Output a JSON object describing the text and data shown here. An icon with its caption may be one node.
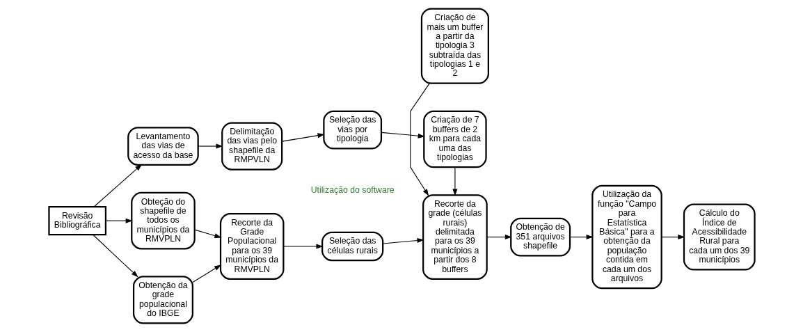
{
  "diagram": {
    "nodes": [
      {
        "text": [
          "Revisão Bibliográfica"
        ]
      },
      {
        "text": [
          "Obteção do shapefile de todos os municípios da RMVPLN"
        ]
      },
      {
        "text": [
          "Obtenção da grade populacional do IBGE"
        ]
      },
      {
        "text": [
          "Levantamento das vias de acesso da base"
        ]
      },
      {
        "text": [
          "Recorte da Grade Populacional para os 39 municípios da RMVPLN"
        ]
      },
      {
        "text": [
          "Delimitação das vias pelo shapefile da RMPVLN"
        ]
      },
      {
        "text": [
          "Seleção das células rurais"
        ]
      },
      {
        "text": [
          "Seleção das vias por tipologia"
        ]
      },
      {
        "text": [
          "Recorte da grade (células rurais) delimitada para os 39 municípios a partir dos 8 buffers"
        ]
      },
      {
        "text": [
          "Criação de 7 buffers de 2 km para cada uma das tipologias"
        ]
      },
      {
        "text": [
          "Criação de mais um buffer a partir da tipologia 3 subtraída das tipologias 1 e 2"
        ]
      },
      {
        "text": [
          "Obtenção de 351 arquivos shapefile"
        ]
      },
      {
        "text": [
          "Utilização da função \"Campo para Estatística Básica\" para a obtenção da população contida em cada um dos arquivos"
        ]
      },
      {
        "text": [
          "Cálculo do Índice de Acessibilidade Rural para cada um dos 39 municípios"
        ]
      }
    ],
    "edges": [
      {
        "from": 0,
        "to": 1,
        "arrow": "to"
      },
      {
        "from": 0,
        "to": 2,
        "arrow": "to"
      },
      {
        "from": 0,
        "to": 3,
        "arrow": "to"
      },
      {
        "from": 1,
        "to": 4,
        "arrow": "to"
      },
      {
        "from": 2,
        "to": 4,
        "arrow": "to"
      },
      {
        "from": 3,
        "to": 5,
        "arrow": "to"
      },
      {
        "from": 4,
        "to": 6,
        "arrow": "to"
      },
      {
        "from": 5,
        "to": 7,
        "arrow": "to"
      },
      {
        "from": 6,
        "to": 8,
        "arrow": "to"
      },
      {
        "from": 7,
        "to": 9,
        "arrow": "to"
      },
      {
        "from": 9,
        "to": 8,
        "arrow": "to"
      },
      {
        "from": 10,
        "to": 8,
        "arrow": "to"
      },
      {
        "from": 8,
        "to": 11,
        "arrow": "to"
      },
      {
        "from": 11,
        "to": 12,
        "arrow": "to"
      },
      {
        "from": 12,
        "to": 13,
        "arrow": "to"
      }
    ],
    "labels": [
      "Utilização do software"
    ]
  }
}
